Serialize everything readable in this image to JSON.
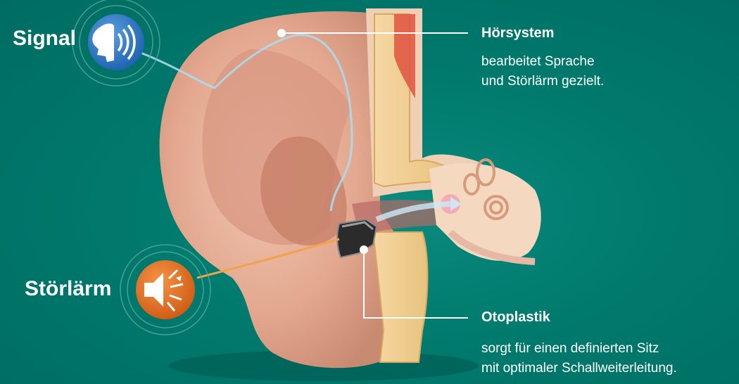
{
  "labels": {
    "signal": "Signal",
    "stoerlaerm": "Störlärm"
  },
  "callouts": {
    "hoersystem": {
      "title": "Hörsystem",
      "lines": [
        "bearbeitet Sprache",
        "und Störlärm gezielt."
      ]
    },
    "otoplastik": {
      "title": "Otoplastik",
      "lines": [
        "sorgt für einen definierten Sitz",
        "mit optimaler Schallweiterleitung."
      ]
    }
  },
  "icons": {
    "signal": "speaking-head-sound-waves-icon",
    "stoerlaerm": "loudspeaker-noise-icon"
  },
  "colors": {
    "background": "#00786c",
    "signal_icon": "#2a72c0",
    "stoerlaerm_icon": "#e06a1c",
    "signal_path": "#a8dcef",
    "noise_path": "#f3a24a",
    "skin": "#e9b39c"
  }
}
